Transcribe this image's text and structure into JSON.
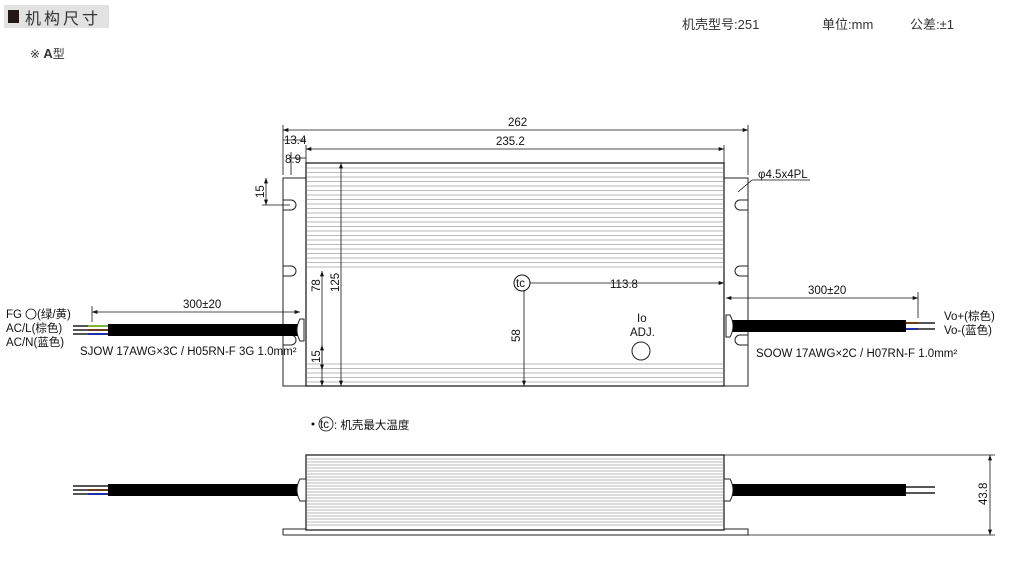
{
  "header": {
    "title": "机构尺寸"
  },
  "specs": {
    "case_model": "机壳型号:251",
    "unit": "单位:mm",
    "tolerance": "公差:±1"
  },
  "type_note": {
    "prefix": "※",
    "letter": "A",
    "suffix": "型"
  },
  "dimensions": {
    "overall_length": "262",
    "body_length": "235.2",
    "flange_13_4": "13.4",
    "flange_8_9": "8.9",
    "hole_offset": "15",
    "height": "125",
    "hole_spacing": "78",
    "tc_vertical": "58",
    "lower_hole": "15",
    "tc_horizontal": "113.8",
    "hole_spec": "φ4.5x4PL",
    "side_height": "43.8"
  },
  "input_cable": {
    "length": "300±20",
    "fg": "FG",
    "fg_color": "(绿/黄)",
    "acl": "AC/L(棕色)",
    "acn": "AC/N(蓝色)",
    "spec": "SJOW 17AWG×3C / H05RN-F 3G 1.0mm²"
  },
  "output_cable": {
    "length": "300±20",
    "vo_plus": "Vo+(棕色)",
    "vo_minus": "Vo-(蓝色)",
    "spec": "SOOW 17AWG×2C / H07RN-F 1.0mm²"
  },
  "io_adj": {
    "line1": "Io",
    "line2": "ADJ."
  },
  "tc_label": "tc",
  "tc_note": ": 机壳最大温度"
}
